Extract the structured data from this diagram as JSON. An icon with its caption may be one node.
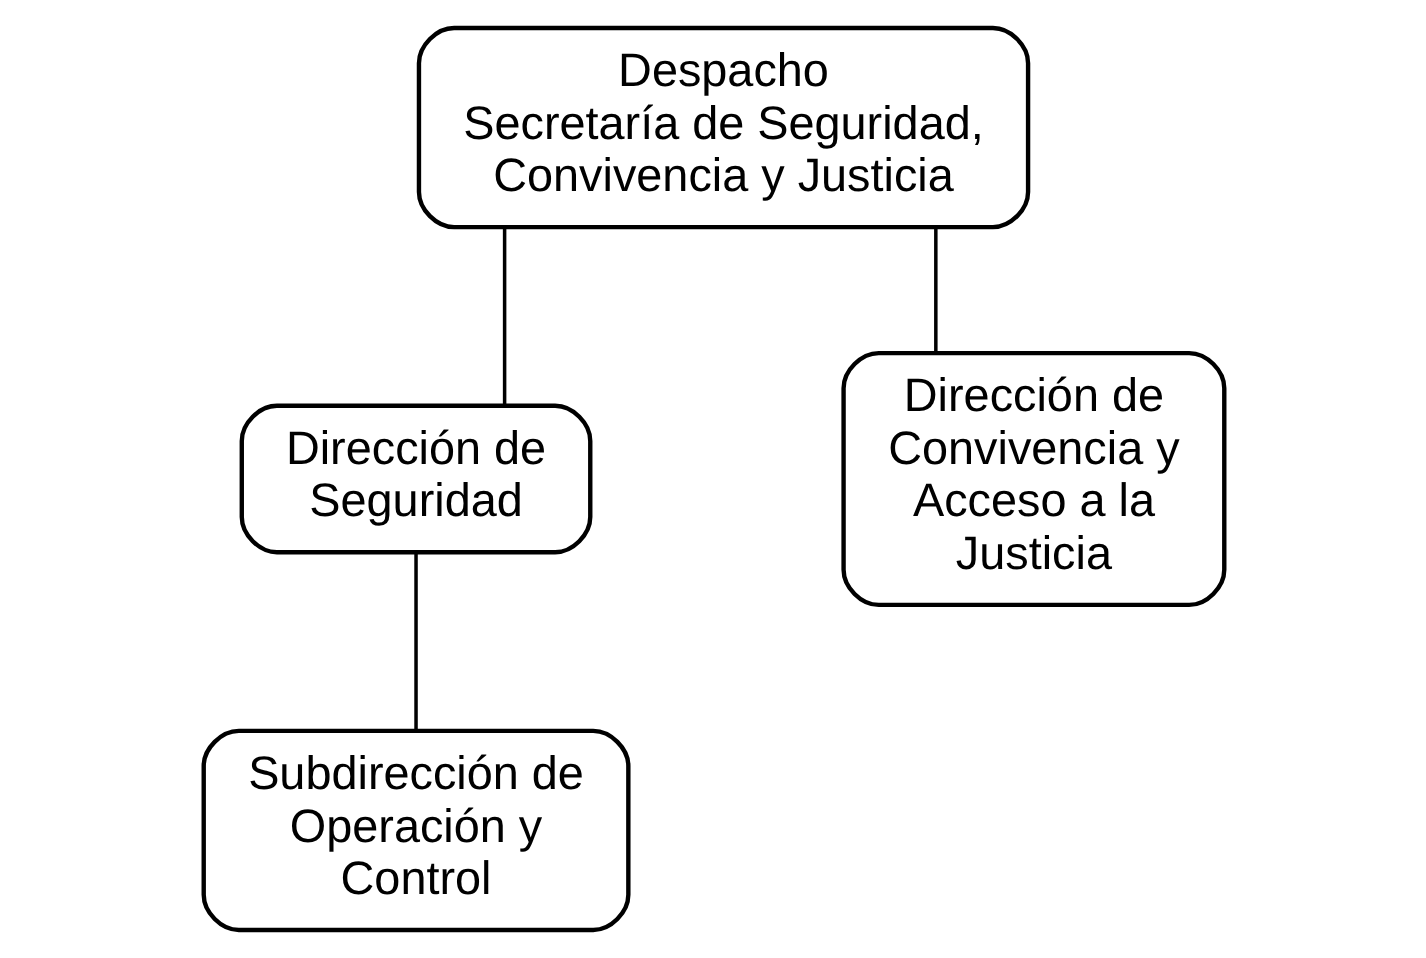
{
  "diagram": {
    "nodes": [
      {
        "text": [
          "Despacho",
          "Secretaría de Seguridad, Convivencia y Justicia"
        ]
      },
      {
        "text": [
          "Dirección de Seguridad"
        ]
      },
      {
        "text": [
          "Dirección de Convivencia y Acceso a la Justicia"
        ]
      },
      {
        "text": [
          "Subdirección de Operación y Control"
        ]
      }
    ],
    "edges": [
      {
        "from": 0,
        "to": 1,
        "arrow": "none"
      },
      {
        "from": 0,
        "to": 2,
        "arrow": "none"
      },
      {
        "from": 1,
        "to": 3,
        "arrow": "none"
      }
    ]
  }
}
